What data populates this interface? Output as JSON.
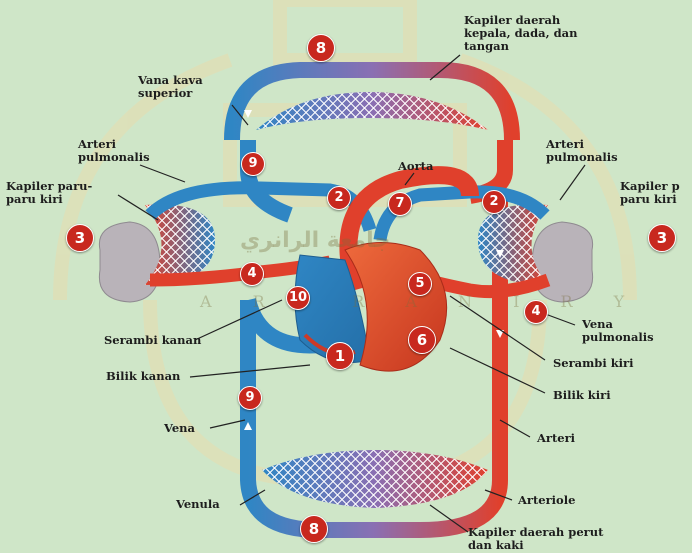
{
  "labels": {
    "kapiler_kepala": "Kapiler daerah\nkepala, dada, dan\ntangan",
    "vena_kava": "Vana kava\nsuperior",
    "arteri_pulmonalis_left": "Arteri\npulmonalis",
    "aorta": "Aorta",
    "arteri_pulmonalis_right": "Arteri\npulmonalis",
    "kapiler_paru_kiri": "Kapiler paru-\nparu kiri",
    "kapiler_paru_right": "Kapiler p\nparu kiri",
    "serambi_kanan": "Serambi kanan",
    "bilik_kanan": "Bilik kanan",
    "vena_pulmonalis": "Vena\npulmonalis",
    "serambi_kiri": "Serambi kiri",
    "bilik_kiri": "Bilik kiri",
    "vena": "Vena",
    "arteri": "Arteri",
    "venula": "Venula",
    "arteriole": "Arteriole",
    "kapiler_perut": "Kapiler daerah perut\ndan kaki"
  },
  "numbers": {
    "n8_top": "8",
    "n9_top": "9",
    "n2_left": "2",
    "n7": "7",
    "n2_right": "2",
    "n3_left": "3",
    "n3_right": "3",
    "n4_left": "4",
    "n5": "5",
    "n4_right": "4",
    "n10": "10",
    "n6": "6",
    "n1": "1",
    "n9_bottom": "9",
    "n8_bottom": "8"
  },
  "watermark": {
    "latin": "A R - R A N I R Y",
    "arabic": "جامعة الرانري"
  },
  "colors": {
    "artery": "#e0402c",
    "vein": "#2f86c4",
    "background": "#cfe6c8",
    "lung": "#b9b3b9",
    "badge": "#c8281e"
  }
}
